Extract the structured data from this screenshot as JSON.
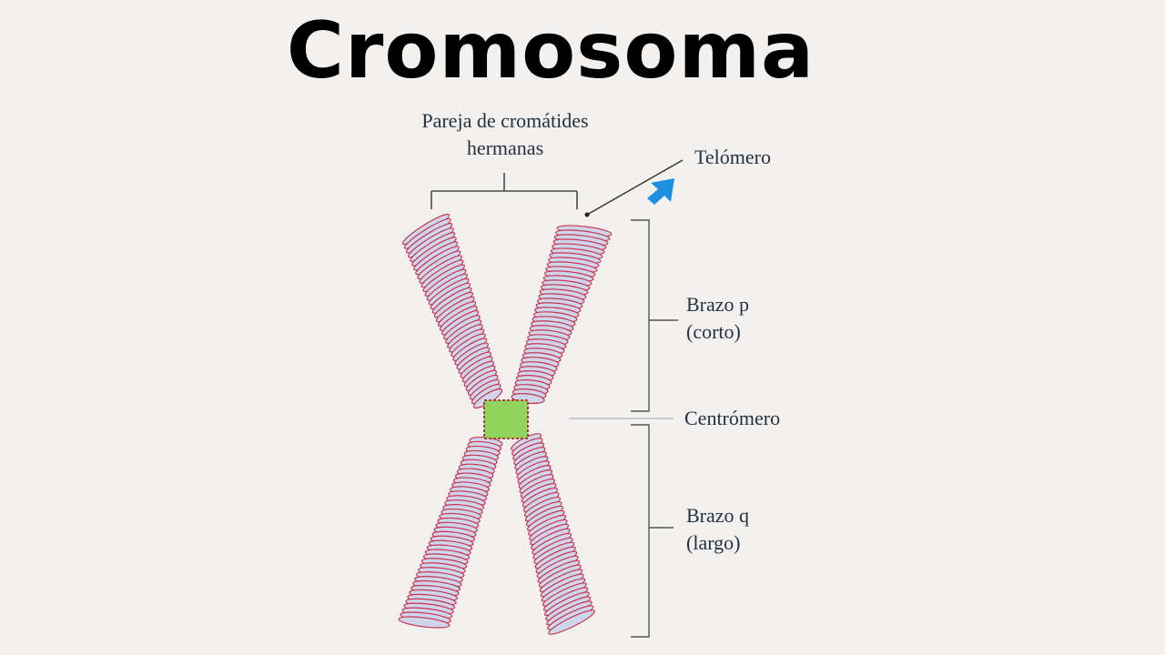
{
  "title": "Cromosoma",
  "labels": {
    "sister_chromatids_line1": "Pareja de cromátides",
    "sister_chromatids_line2": "hermanas",
    "telomere": "Telómero",
    "p_arm_line1": "Brazo p",
    "p_arm_line2": "(corto)",
    "centromere": "Centrómero",
    "q_arm_line1": "Brazo q",
    "q_arm_line2": "(largo)"
  },
  "colors": {
    "background": "#f2f1ef",
    "coil_stroke": "#c8344e",
    "coil_fill": "#cfd5ea",
    "centromere_fill": "#8fd45c",
    "arrow": "#1f8fe0",
    "line": "#4a4a4a"
  }
}
